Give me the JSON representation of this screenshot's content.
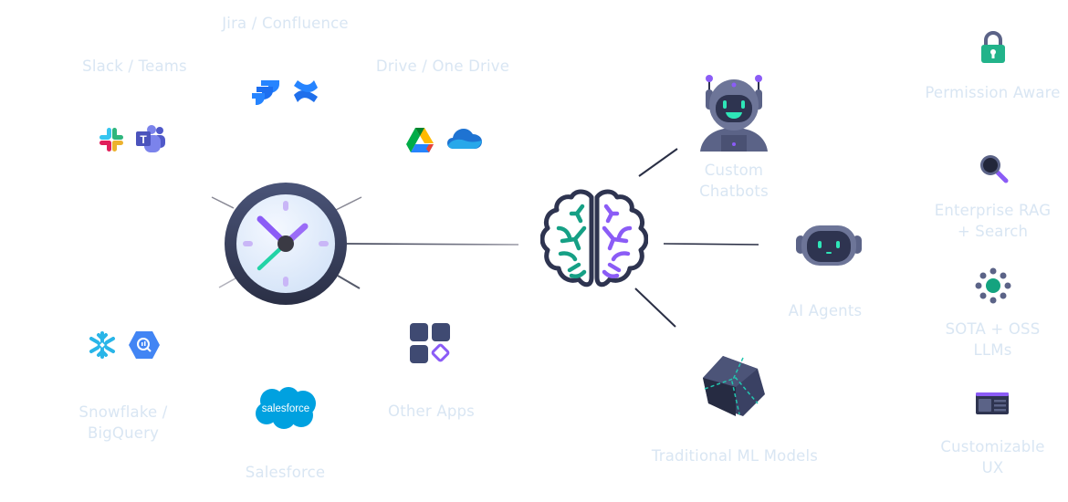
{
  "sources": {
    "jira_confluence": {
      "label": "Jira / Confluence",
      "icons": [
        "jira-icon",
        "confluence-icon"
      ]
    },
    "slack_teams": {
      "label": "Slack / Teams",
      "icons": [
        "slack-icon",
        "teams-icon"
      ]
    },
    "drive_onedrive": {
      "label": "Drive / One Drive",
      "icons": [
        "google-drive-icon",
        "onedrive-icon"
      ]
    },
    "snowflake_bigquery": {
      "label_line1": "Snowflake /",
      "label_line2": "BigQuery",
      "icons": [
        "snowflake-icon",
        "bigquery-icon"
      ]
    },
    "salesforce": {
      "label": "Salesforce",
      "logo_text": "salesforce",
      "icons": [
        "salesforce-icon"
      ]
    },
    "other_apps": {
      "label": "Other Apps",
      "icons": [
        "apps-grid-icon"
      ]
    }
  },
  "hub": {
    "left": "clock-icon",
    "center": "brain-icon"
  },
  "outputs": {
    "custom_chatbots": {
      "label_line1": "Custom",
      "label_line2": "Chatbots",
      "icon": "chatbot-robot-icon"
    },
    "ai_agents": {
      "label": "AI Agents",
      "icon": "agent-robot-icon"
    },
    "traditional_ml": {
      "label": "Traditional ML Models",
      "icon": "cube-icon"
    }
  },
  "features": [
    {
      "label_line1": "Permission Aware",
      "label_line2": "",
      "icon": "lock-icon"
    },
    {
      "label_line1": "Enterprise RAG",
      "label_line2": "+ Search",
      "icon": "search-icon"
    },
    {
      "label_line1": "SOTA + OSS",
      "label_line2": "LLMs",
      "icon": "llm-dots-icon"
    },
    {
      "label_line1": "Customizable",
      "label_line2": "UX",
      "icon": "ux-window-icon"
    }
  ],
  "colors": {
    "label": "#d9e6f3",
    "dark": "#2e3450",
    "purple": "#8b5cf6",
    "teal": "#22c7a0"
  }
}
